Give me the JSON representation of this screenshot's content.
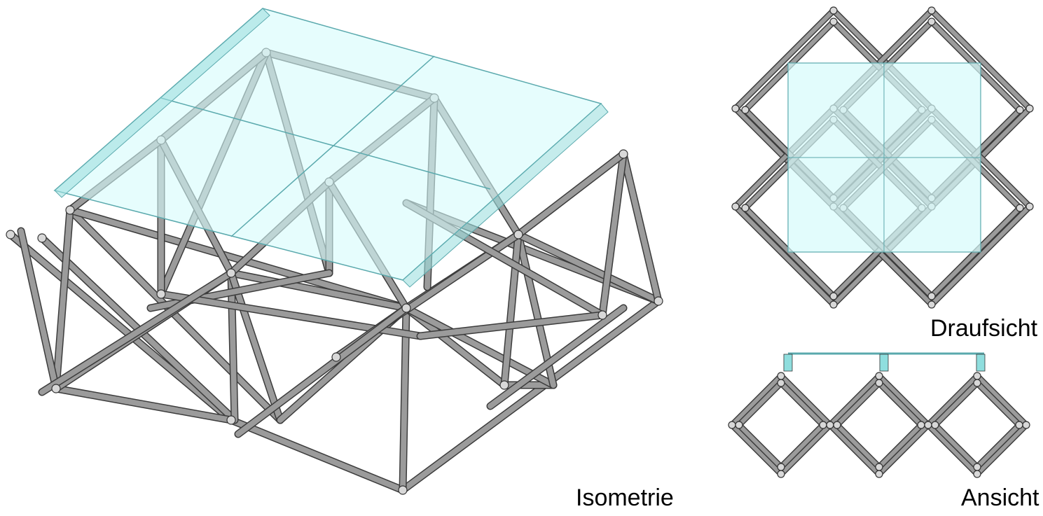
{
  "views": {
    "isometric": {
      "label": "Isometrie"
    },
    "top": {
      "label": "Draufsicht"
    },
    "elevation": {
      "label": "Ansicht"
    }
  },
  "colors": {
    "tube": "#9b9b9b",
    "tube_outline": "#3c3c3c",
    "glass": "#d6fbfb",
    "glass_edge": "#5aa9ad"
  }
}
